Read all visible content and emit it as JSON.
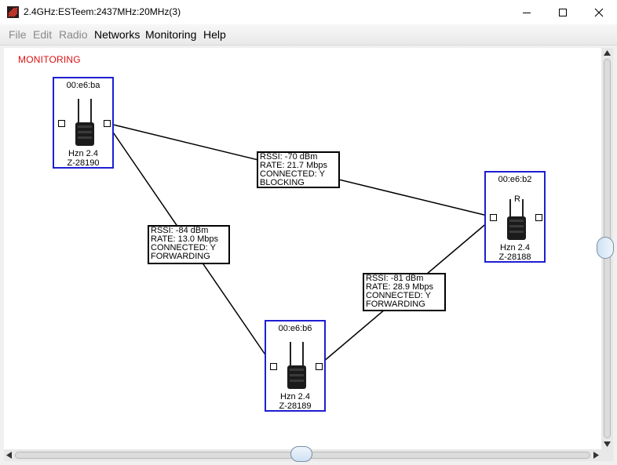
{
  "window": {
    "title": "2.4GHz:ESTeem:2437MHz:20MHz(3)",
    "icons": [
      "app-logo-icon",
      "minimize-icon",
      "maximize-icon",
      "close-icon"
    ]
  },
  "menu": {
    "file": "File",
    "edit": "Edit",
    "radio": "Radio",
    "networks": "Networks",
    "monitoring": "Monitoring",
    "help": "Help"
  },
  "canvas": {
    "mode_label": "MONITORING",
    "mode_label_color": "#d11111",
    "node_border_color": "#1e1ed2"
  },
  "nodes": {
    "ba": {
      "mac": "00:e6:ba",
      "model": "Hzn 2.4",
      "id": "Z-28190"
    },
    "b2": {
      "mac": "00:e6:b2",
      "model": "Hzn 2.4",
      "id": "Z-28188",
      "role": "R"
    },
    "b6": {
      "mac": "00:e6:b6",
      "model": "Hzn 2.4",
      "id": "Z-28189"
    }
  },
  "links": {
    "ba_b2": {
      "rssi": "RSSI: -70 dBm",
      "rate": "RATE: 21.7 Mbps",
      "connected": "CONNECTED: Y",
      "state": "BLOCKING"
    },
    "ba_b6": {
      "rssi": "RSSI: -84 dBm",
      "rate": "RATE: 13.0 Mbps",
      "connected": "CONNECTED: Y",
      "state": "FORWARDING"
    },
    "b6_b2": {
      "rssi": "RSSI: -81 dBm",
      "rate": "RATE: 28.9 Mbps",
      "connected": "CONNECTED: Y",
      "state": "FORWARDING"
    }
  }
}
